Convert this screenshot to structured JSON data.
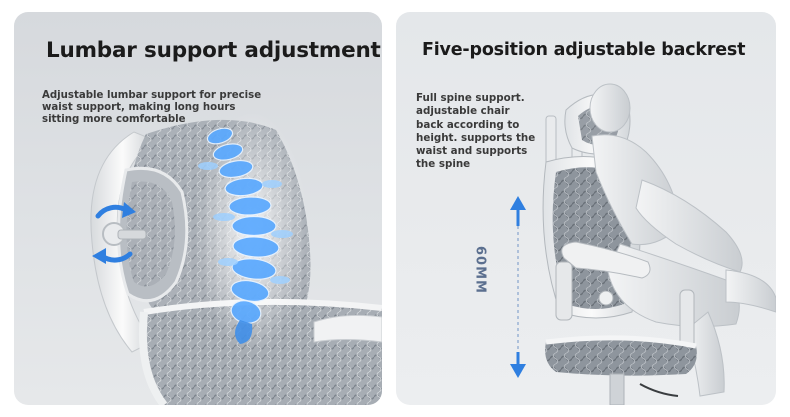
{
  "left_panel": {
    "title": "Lumbar support adjustment",
    "description": "Adjustable lumbar support for precise waist support, making long hours sitting more comfortable"
  },
  "right_panel": {
    "title": "Five-position adjustable backrest",
    "description": "Full spine support. adjustable chair back according to height. supports the waist and supports the spine",
    "measure_label": "60MM"
  },
  "colors": {
    "accent_blue": "#2f7fe0",
    "spine_blue": "#5aa9ff",
    "frame_gray": "#f2f3f4",
    "mesh_gray": "#8e959d"
  },
  "icons": [
    "rotate-arrows-icon",
    "up-arrow-icon",
    "down-arrow-icon"
  ]
}
